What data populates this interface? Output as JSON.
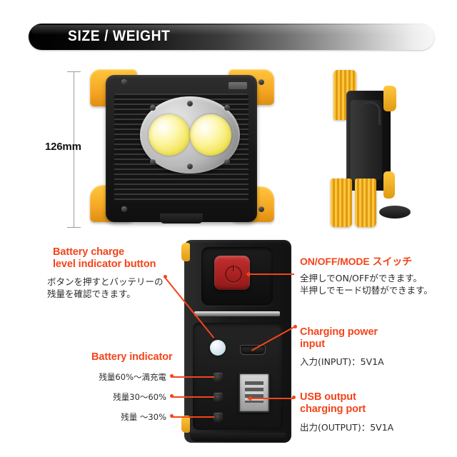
{
  "header": {
    "title": "SIZE / WEIGHT"
  },
  "dimension": {
    "height_label": "126mm"
  },
  "annotations": {
    "battery_button": {
      "title_line1": "Battery charge",
      "title_line2": "level indicator button",
      "desc_line1": "ボタンを押すとバッテリーの",
      "desc_line2": "残量を確認できます。"
    },
    "power_switch": {
      "title": "ON/OFF/MODE スイッチ",
      "desc_line1": "全押しでON/OFFができます。",
      "desc_line2": "半押しでモード切替ができます。"
    },
    "charging_input": {
      "title_line1": "Charging power",
      "title_line2": "input",
      "spec": "入力(INPUT)：5V1A"
    },
    "usb_output": {
      "title_line1": "USB output",
      "title_line2": "charging port",
      "spec": "出力(OUTPUT)：5V1A"
    },
    "battery_indicator": {
      "title": "Battery indicator",
      "levels": [
        "残量60%〜満充電",
        "残量30〜60%",
        "残量 〜30%"
      ]
    }
  },
  "colors": {
    "accent_orange": "#f4441a",
    "body_black": "#1b1b1b",
    "bumper_yellow": "#f5a623",
    "power_button_red": "#b02424",
    "led_yellow": "#f2e55a"
  }
}
